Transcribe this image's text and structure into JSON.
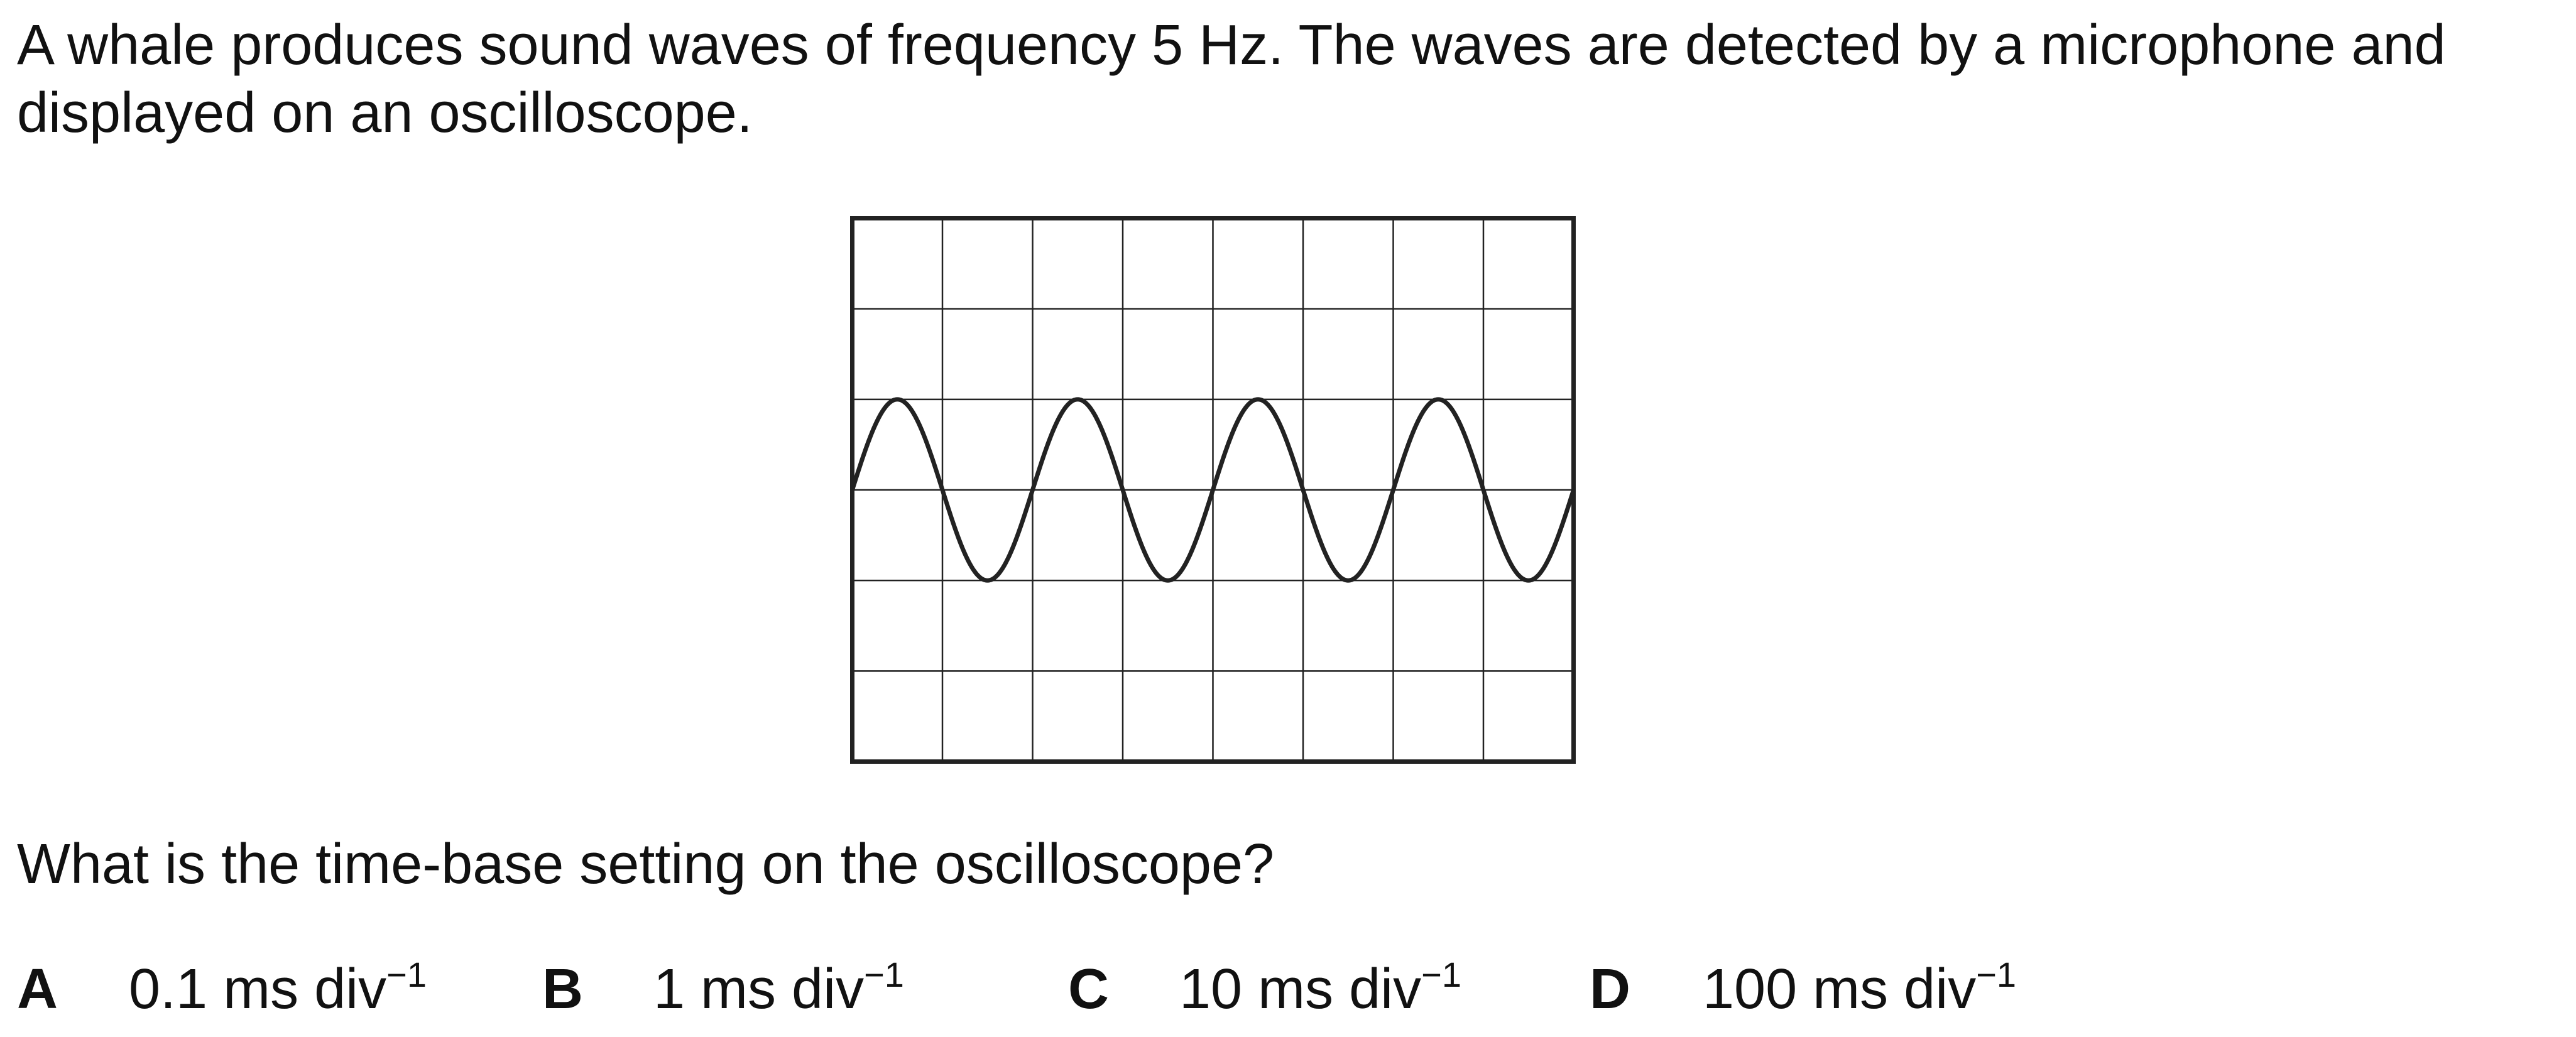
{
  "intro": {
    "line1": "A whale produces sound waves of frequency 5 Hz. The waves are detected by a microphone and",
    "line2": "displayed on an oscilloscope."
  },
  "oscilloscope": {
    "divisions": {
      "horizontal": 8,
      "vertical": 6
    },
    "waveform": {
      "shape": "sine",
      "cycles_shown": 4,
      "cycles_per_division": 0.5,
      "amplitude_divisions": 1
    },
    "line_color": "#222222"
  },
  "question": "What is the time-base setting on the oscilloscope?",
  "options": [
    {
      "letter": "A",
      "value": "0.1 ms div",
      "exponent": "−1"
    },
    {
      "letter": "B",
      "value": "1 ms div",
      "exponent": "−1"
    },
    {
      "letter": "C",
      "value": "10 ms div",
      "exponent": "−1"
    },
    {
      "letter": "D",
      "value": "100 ms div",
      "exponent": "−1"
    }
  ]
}
